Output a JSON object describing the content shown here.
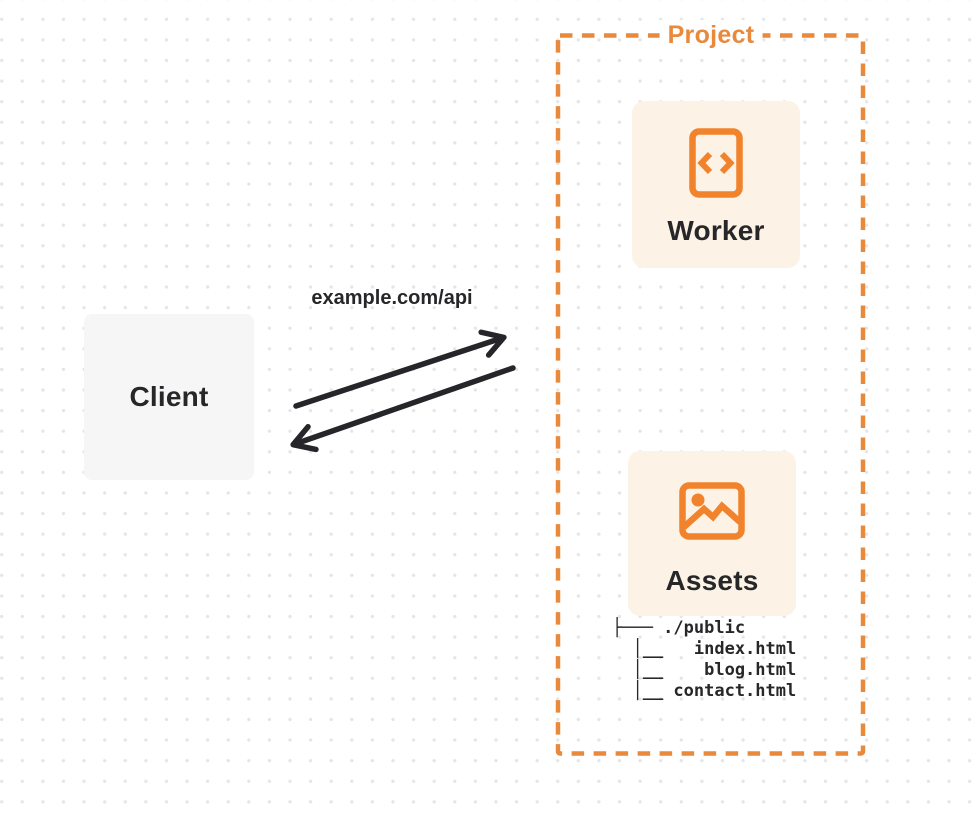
{
  "colors": {
    "accent_orange": "#E8893C",
    "icon_orange": "#F0832C",
    "card_cream": "#FCF3E6",
    "client_gray": "#F6F6F7",
    "arrow_dark": "#26262A",
    "text_dark": "#27272A",
    "dot_grid": "#E5E4E7"
  },
  "client": {
    "label": "Client"
  },
  "request": {
    "label": "example.com/api"
  },
  "project": {
    "label": "Project",
    "nodes": [
      {
        "id": "worker",
        "label": "Worker",
        "icon": "code-file-icon"
      },
      {
        "id": "assets",
        "label": "Assets",
        "icon": "image-icon"
      }
    ],
    "file_tree": [
      "├─── ./public",
      "  │__   index.html",
      "  │__    blog.html",
      "  │__ contact.html"
    ]
  }
}
